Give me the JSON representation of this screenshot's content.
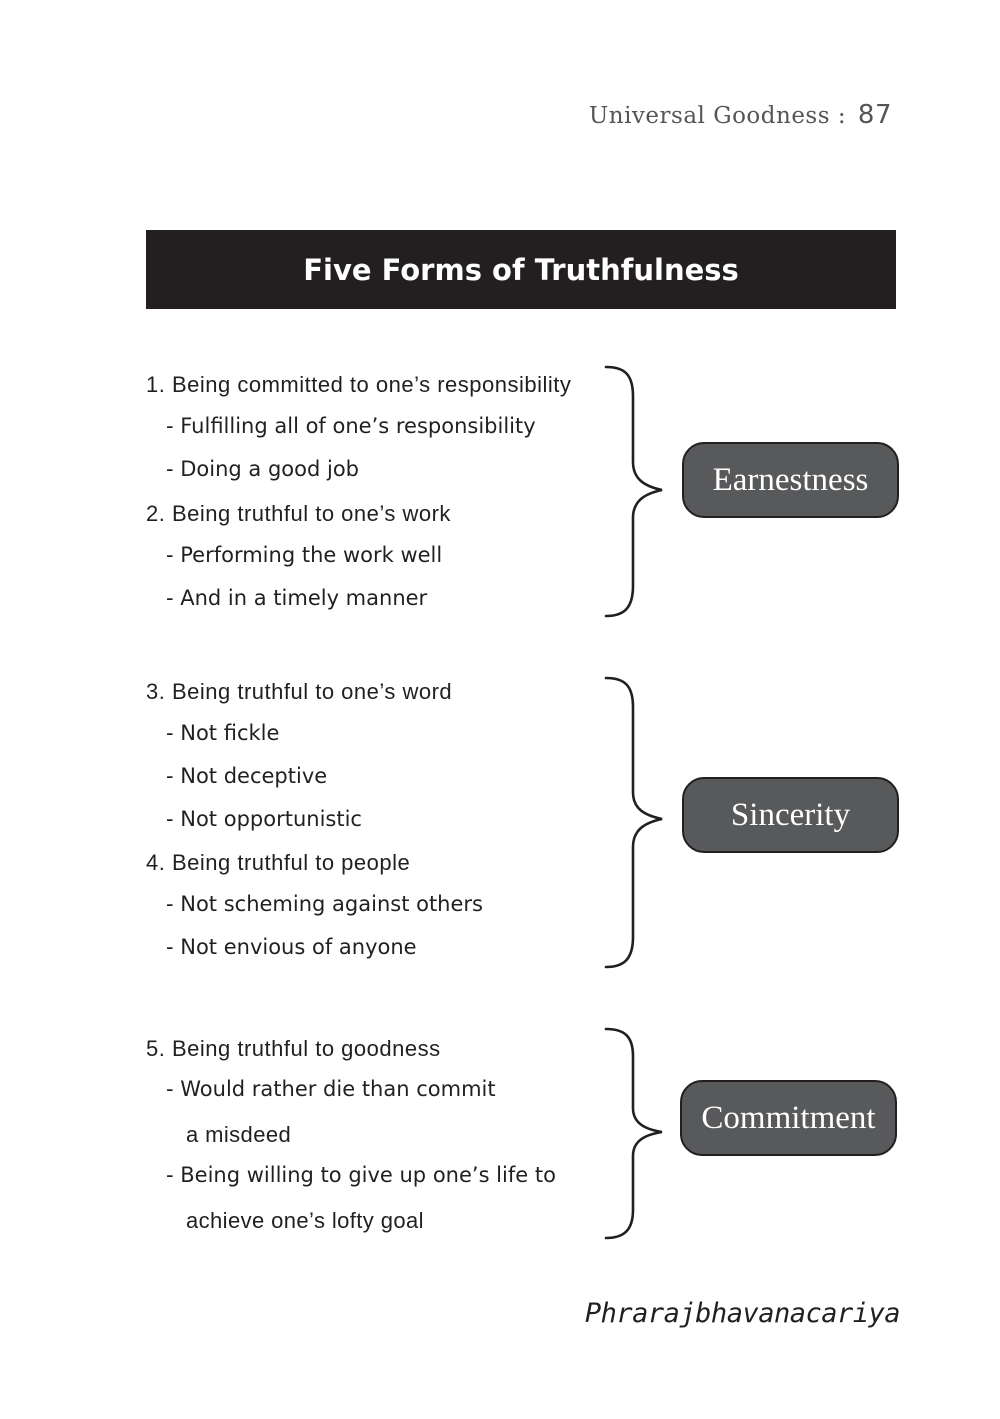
{
  "header": {
    "running_title": "Universal Goodness :",
    "page_number": "87"
  },
  "title": "Five Forms of Truthfulness",
  "groups": [
    {
      "label": "Earnestness",
      "lines": [
        "1. Being committed to one’s responsibility",
        "- Fulfilling all of one’s responsibility",
        "- Doing a good job",
        "2. Being truthful to one’s work",
        "- Performing the work well",
        "- And in a timely manner"
      ]
    },
    {
      "label": "Sincerity",
      "lines": [
        "3. Being truthful to one’s word",
        "- Not fickle",
        "- Not deceptive",
        "- Not opportunistic",
        "4. Being truthful to people",
        "- Not scheming against others",
        "- Not envious of anyone"
      ]
    },
    {
      "label": "Commitment",
      "lines": [
        "5. Being truthful to goodness",
        "- Would rather die than commit",
        "a misdeed",
        "- Being willing to give up one’s life to",
        "achieve one’s lofty goal"
      ]
    }
  ],
  "footer": {
    "author": "Phrarajbhavanacariya"
  }
}
